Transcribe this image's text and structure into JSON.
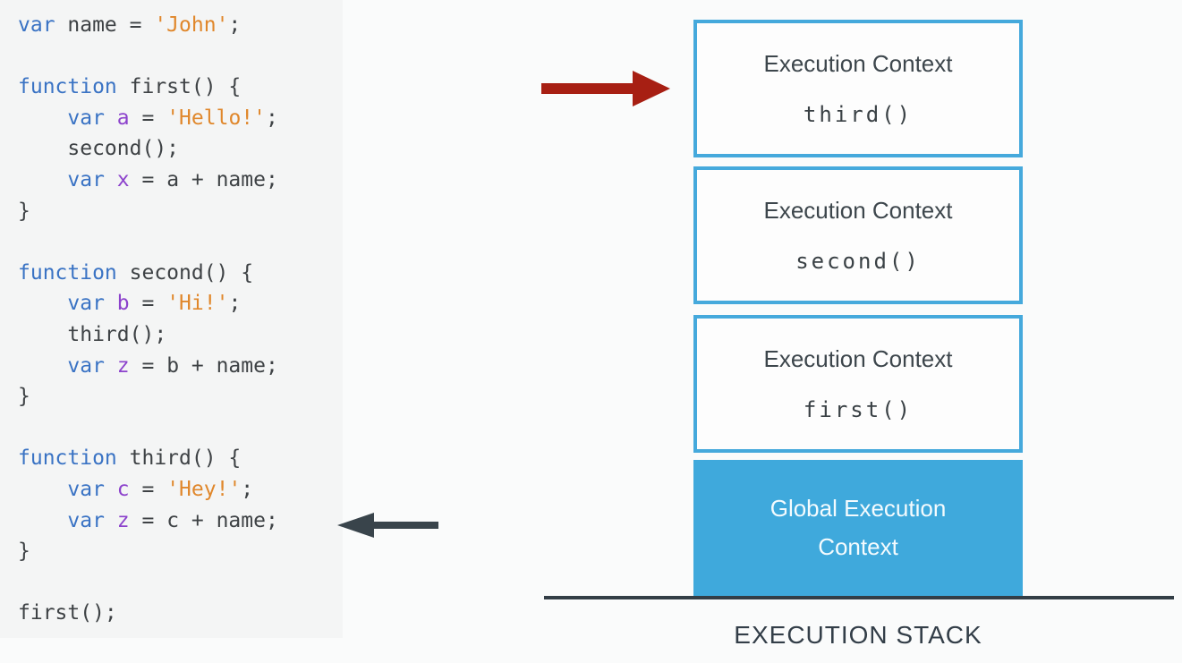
{
  "code": {
    "lines": [
      [
        {
          "c": "kw",
          "t": "var"
        },
        {
          "c": "pl",
          "t": " name = "
        },
        {
          "c": "str",
          "t": "'John'"
        },
        {
          "c": "pl",
          "t": ";"
        }
      ],
      [],
      [
        {
          "c": "kw",
          "t": "function"
        },
        {
          "c": "pl",
          "t": " first() {"
        }
      ],
      [
        {
          "c": "pl",
          "t": "    "
        },
        {
          "c": "kw",
          "t": "var"
        },
        {
          "c": "pl",
          "t": " "
        },
        {
          "c": "id",
          "t": "a"
        },
        {
          "c": "pl",
          "t": " = "
        },
        {
          "c": "str",
          "t": "'Hello!'"
        },
        {
          "c": "pl",
          "t": ";"
        }
      ],
      [
        {
          "c": "pl",
          "t": "    second();"
        }
      ],
      [
        {
          "c": "pl",
          "t": "    "
        },
        {
          "c": "kw",
          "t": "var"
        },
        {
          "c": "pl",
          "t": " "
        },
        {
          "c": "id",
          "t": "x"
        },
        {
          "c": "pl",
          "t": " = a + name;"
        }
      ],
      [
        {
          "c": "pl",
          "t": "}"
        }
      ],
      [],
      [
        {
          "c": "kw",
          "t": "function"
        },
        {
          "c": "pl",
          "t": " second() {"
        }
      ],
      [
        {
          "c": "pl",
          "t": "    "
        },
        {
          "c": "kw",
          "t": "var"
        },
        {
          "c": "pl",
          "t": " "
        },
        {
          "c": "id",
          "t": "b"
        },
        {
          "c": "pl",
          "t": " = "
        },
        {
          "c": "str",
          "t": "'Hi!'"
        },
        {
          "c": "pl",
          "t": ";"
        }
      ],
      [
        {
          "c": "pl",
          "t": "    third();"
        }
      ],
      [
        {
          "c": "pl",
          "t": "    "
        },
        {
          "c": "kw",
          "t": "var"
        },
        {
          "c": "pl",
          "t": " "
        },
        {
          "c": "id",
          "t": "z"
        },
        {
          "c": "pl",
          "t": " = b + name;"
        }
      ],
      [
        {
          "c": "pl",
          "t": "}"
        }
      ],
      [],
      [
        {
          "c": "kw",
          "t": "function"
        },
        {
          "c": "pl",
          "t": " third() {"
        }
      ],
      [
        {
          "c": "pl",
          "t": "    "
        },
        {
          "c": "kw",
          "t": "var"
        },
        {
          "c": "pl",
          "t": " "
        },
        {
          "c": "id",
          "t": "c"
        },
        {
          "c": "pl",
          "t": " = "
        },
        {
          "c": "str",
          "t": "'Hey!'"
        },
        {
          "c": "pl",
          "t": ";"
        }
      ],
      [
        {
          "c": "pl",
          "t": "    "
        },
        {
          "c": "kw",
          "t": "var"
        },
        {
          "c": "pl",
          "t": " "
        },
        {
          "c": "id",
          "t": "z"
        },
        {
          "c": "pl",
          "t": " = c + name;"
        }
      ],
      [
        {
          "c": "pl",
          "t": "}"
        }
      ],
      [],
      [
        {
          "c": "pl",
          "t": "first();"
        }
      ]
    ],
    "syntax_colors": {
      "keyword": "#3a73c4",
      "variable": "#8c42cc",
      "string": "#e0872b",
      "plain": "#3e4245"
    },
    "panel_bg": "#f4f5f5"
  },
  "stack": {
    "frames": [
      {
        "title": "Execution Context",
        "func": "third()"
      },
      {
        "title": "Execution Context",
        "func": "second()"
      },
      {
        "title": "Execution Context",
        "func": "first()"
      }
    ],
    "global": {
      "line1": "Global Execution",
      "line2": "Context"
    },
    "caption": "EXECUTION STACK",
    "border_color": "#45a9dc",
    "fill_color": "#3fa9dc"
  },
  "arrows": {
    "stack_pointer_color": "#a71f13",
    "code_pointer_color": "#39444b"
  }
}
